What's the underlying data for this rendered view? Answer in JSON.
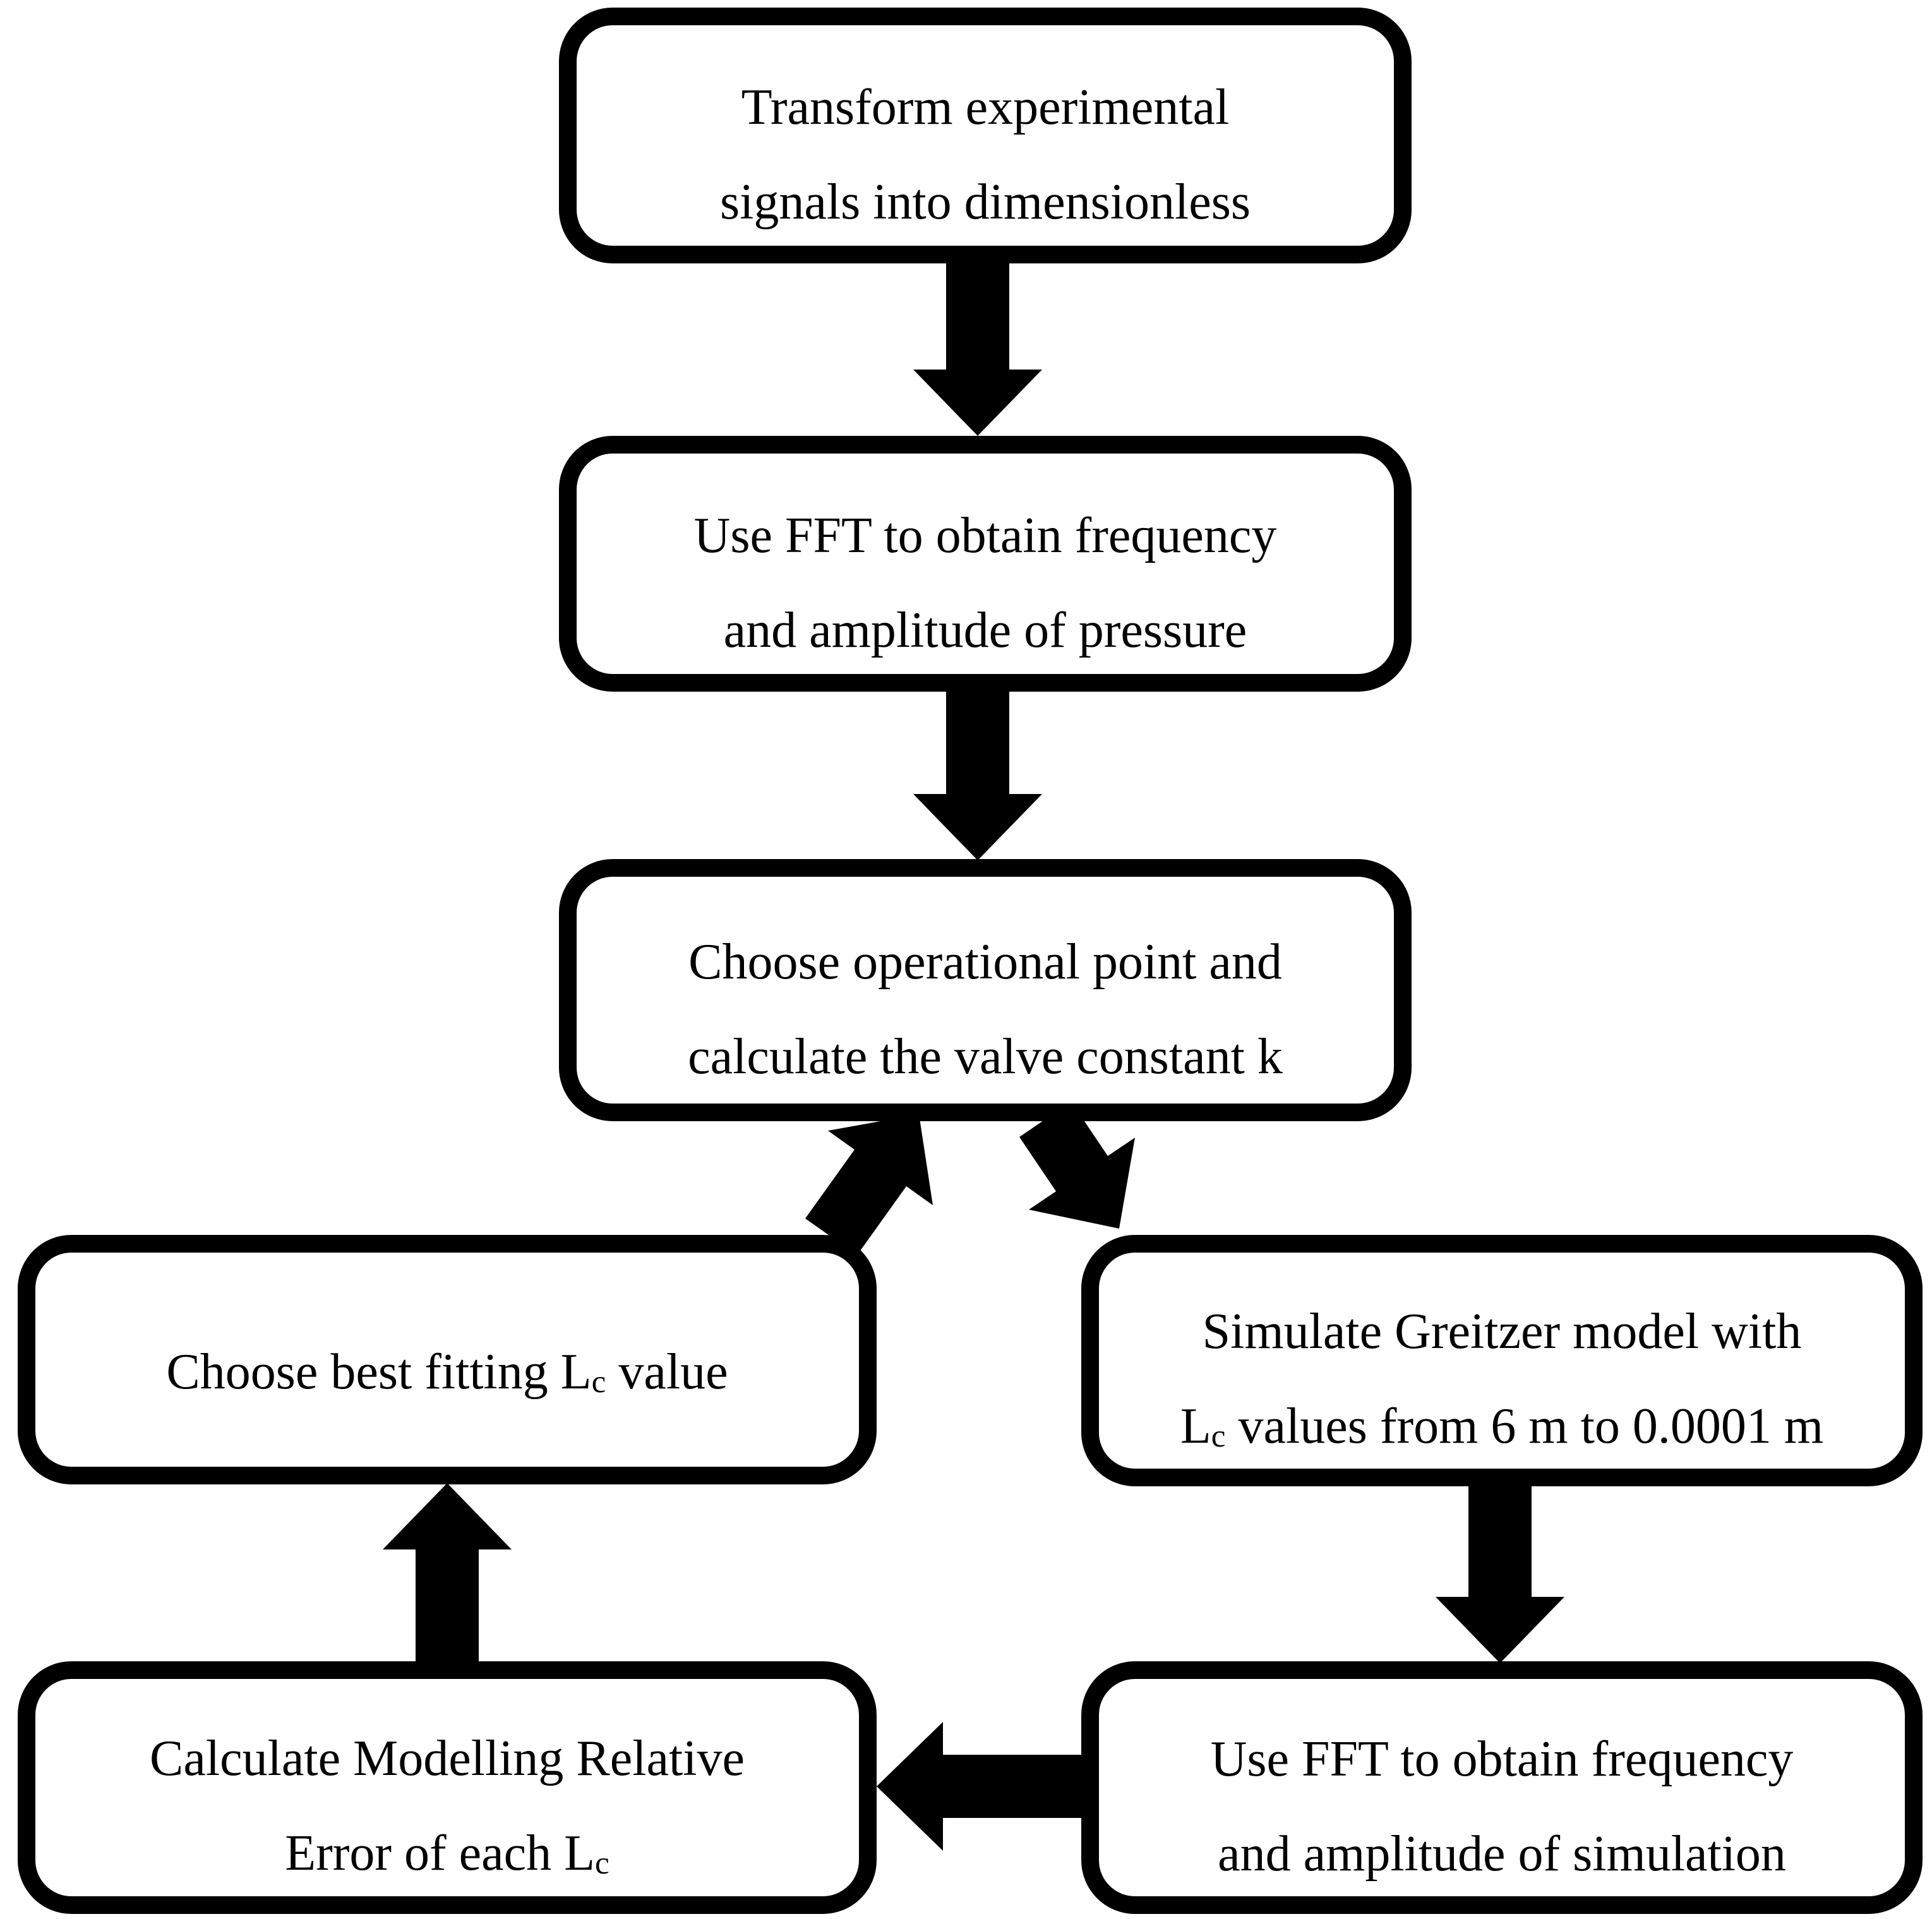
{
  "colors": {
    "ink": "#000000",
    "background": "#ffffff"
  },
  "flowchart": {
    "transform": {
      "line1": "Transform experimental",
      "line2": "signals into dimensionless"
    },
    "fft_pressure": {
      "line1": "Use FFT to obtain frequency",
      "line2": "and amplitude of pressure"
    },
    "operational_point": {
      "line1": "Choose operational point and",
      "line2": "calculate the valve constant k"
    },
    "simulate_greitzer": {
      "line1": "Simulate Greitzer model with",
      "line2_pre": "L",
      "line2_sub": "c",
      "line2_post": " values from 6 m to 0.0001 m"
    },
    "best_fitting": {
      "line_pre": "Choose best fitting L",
      "line_sub": "c",
      "line_post": " value"
    },
    "relative_error": {
      "line1": "Calculate Modelling Relative",
      "line2_pre": "Error of each L",
      "line2_sub": "c"
    },
    "fft_simulation": {
      "line1": "Use FFT to obtain frequency",
      "line2": "and amplitude of simulation"
    },
    "arrows": [
      {
        "name": "arrow-transform-to-fft-pressure",
        "direction": "down"
      },
      {
        "name": "arrow-fft-pressure-to-operational-point",
        "direction": "down"
      },
      {
        "name": "arrow-operational-point-to-simulate-greitzer",
        "direction": "diagonal-down-right"
      },
      {
        "name": "arrow-best-fitting-to-operational-point",
        "direction": "diagonal-up-right"
      },
      {
        "name": "arrow-simulate-greitzer-to-fft-simulation",
        "direction": "down"
      },
      {
        "name": "arrow-fft-simulation-to-relative-error",
        "direction": "left"
      },
      {
        "name": "arrow-relative-error-to-best-fitting",
        "direction": "up"
      }
    ]
  }
}
